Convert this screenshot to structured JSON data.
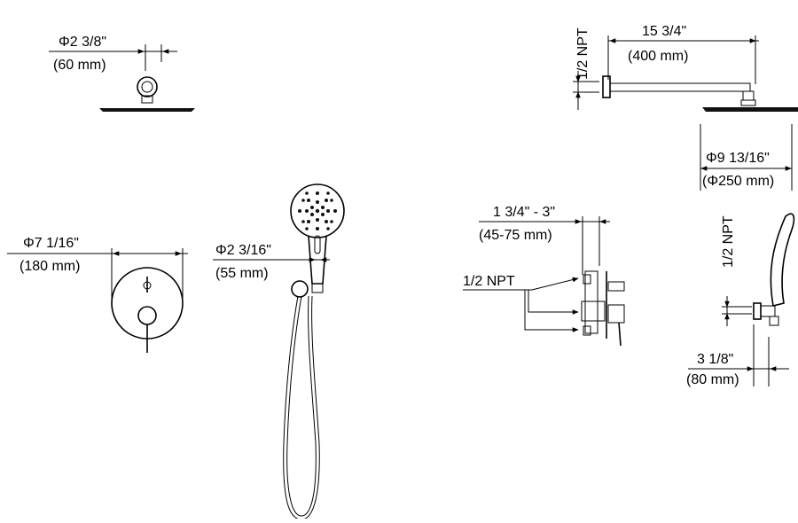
{
  "dimensions": {
    "head_top_width_in": "Φ2 3/8\"",
    "head_top_width_mm": "(60 mm)",
    "arm_thread": "1/2 NPT",
    "arm_length_in": "15 3/4\"",
    "arm_length_mm": "(400 mm)",
    "head_diameter_in": "Φ9 13/16\"",
    "head_diameter_mm": "(Φ250 mm)",
    "trim_diameter_in": "Φ7 1/16\"",
    "trim_diameter_mm": "(180 mm)",
    "handshower_width_in": "Φ2 3/16\"",
    "handshower_width_mm": "(55 mm)",
    "valve_depth_in": "1 3/4\" - 3\"",
    "valve_depth_mm": "(45-75 mm)",
    "valve_thread": "1/2 NPT",
    "holder_thread": "1/2 NPT",
    "holder_projection_in": "3 1/8\"",
    "holder_projection_mm": "(80 mm)"
  },
  "colors": {
    "line": "#000000",
    "background": "#ffffff"
  }
}
